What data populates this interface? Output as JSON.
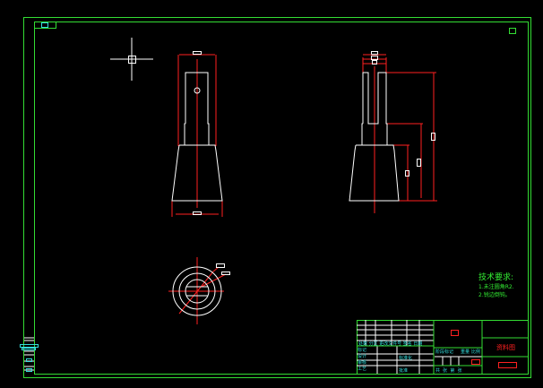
{
  "colors": {
    "background": "#000000",
    "frame": "#33dd33",
    "geometry": "#ffffff",
    "dimension": "#ff2020",
    "annotation": "#33ee33",
    "title_text": "#33dddd"
  },
  "notes": {
    "heading": "技术要求:",
    "line1": "1.未注圆角R2.",
    "line2": "2.锐边倒钝。"
  },
  "title_block": {
    "drawing_name": "资料图",
    "row_labels": [
      "标记",
      "设计",
      "审核",
      "工艺"
    ],
    "header": "处数 分区 更改文件号 签名 日期",
    "std_label": "标准化",
    "approve_label": "批准",
    "stage_label": "阶段标记",
    "weight_label": "重量",
    "scale_label": "比例",
    "sheet_label": "共  张  第  张"
  }
}
